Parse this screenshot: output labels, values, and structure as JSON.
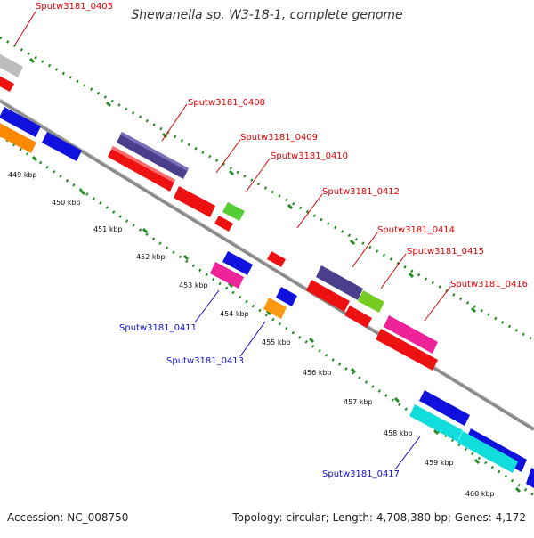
{
  "title": "Shewanella sp. W3-18-1, complete genome",
  "footer": {
    "accession": "Accession: NC_008750",
    "info": "Topology: circular; Length: 4,708,380 bp; Genes: 4,172"
  },
  "colors": {
    "backbone": "#8a8a8a",
    "tick_dots": "#1f8a1f",
    "label_top": "#e00000",
    "label_bottom": "#1010cc"
  },
  "kbp_labels": [
    "449 kbp",
    "450 kbp",
    "451 kbp",
    "452 kbp",
    "453 kbp",
    "454 kbp",
    "455 kbp",
    "456 kbp",
    "457 kbp",
    "458 kbp",
    "459 kbp",
    "460 kbp"
  ],
  "gene_labels": {
    "top": [
      "Sputw3181_0405",
      "Sputw3181_0408",
      "Sputw3181_0409",
      "Sputw3181_0410",
      "Sputw3181_0412",
      "Sputw3181_0414",
      "Sputw3181_0415",
      "Sputw3181_0416"
    ],
    "bottom": [
      "Sputw3181_0411",
      "Sputw3181_0413",
      "Sputw3181_0417"
    ]
  }
}
